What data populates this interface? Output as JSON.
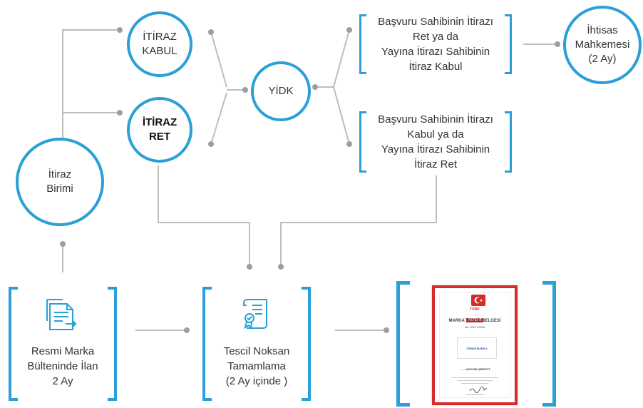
{
  "nodes": {
    "itiraz_birimi": "İtiraz\nBirimi",
    "itiraz_kabul": "İTİRAZ\nKABUL",
    "itiraz_ret": "İTİRAZ\nRET",
    "yidk": "YİDK",
    "ihtisas": "İhtisas\nMahkemesi\n(2 Ay)",
    "kabul_box": "Başvuru Sahibinin İtirazı\nRet ya da\nYayına İtirazı Sahibinin\nİtiraz Kabul",
    "ret_box": "Başvuru Sahibinin İtirazı\nKabul ya da\nYayına İtirazı Sahibinin\nİtiraz Ret",
    "resmi": "Resmi Marka\nBülteninde İlan\n2 Ay",
    "tescil": "Tescil Noksan\nTamamlama\n(2 Ay içinde )"
  },
  "certificate": {
    "logo_top": "TÜRK",
    "logo_bottom": "PATENT",
    "title": "MARKA TESCİL BELGESİ",
    "number": "No: 2016 10000",
    "brand": "ÖRNEKMARKA",
    "owner": "........ANONİM ŞİRKETİ"
  },
  "colors": {
    "accent": "#2a9fd8",
    "line": "#bdbdbd",
    "dot": "#9e9e9e",
    "cert_red": "#d42b2b"
  },
  "icons": [
    "document-transfer-icon",
    "certificate-scroll-icon"
  ]
}
